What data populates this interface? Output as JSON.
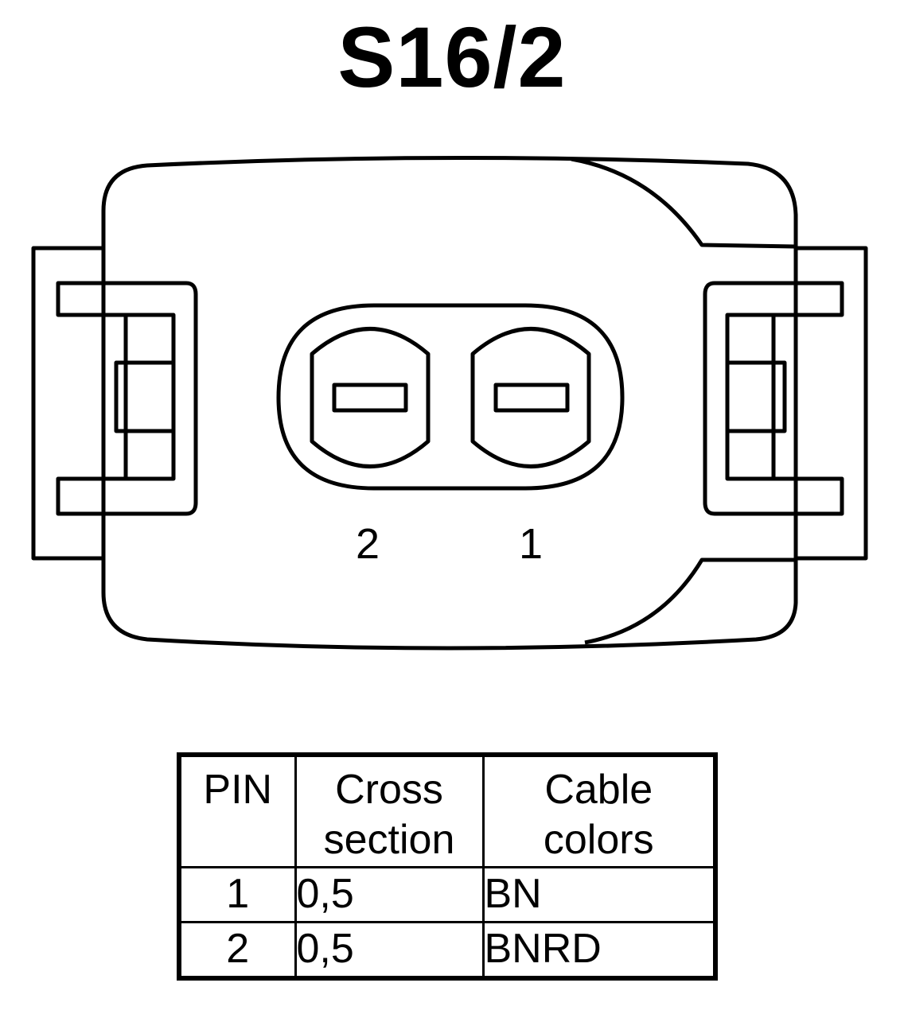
{
  "title": "S16/2",
  "connector": {
    "pin_labels": [
      "2",
      "1"
    ]
  },
  "table": {
    "headers": {
      "pin": "PIN",
      "cross_line1": "Cross",
      "cross_line2": "section",
      "cable_line1": "Cable",
      "cable_line2": "colors"
    },
    "rows": [
      {
        "pin": "1",
        "cross_section": "0,5",
        "cable_color": "BN"
      },
      {
        "pin": "2",
        "cross_section": "0,5",
        "cable_color": "BNRD"
      }
    ]
  }
}
